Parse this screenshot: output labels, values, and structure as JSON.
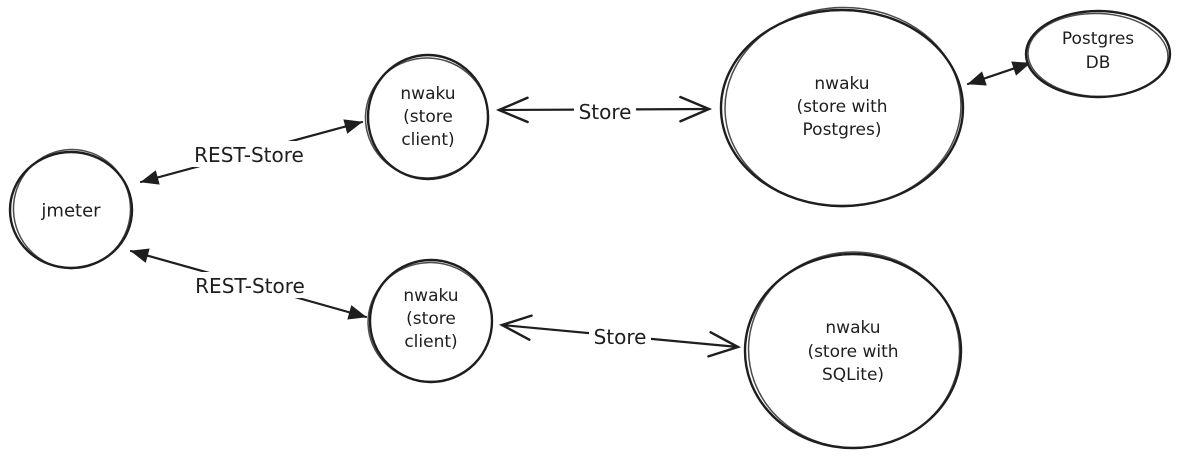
{
  "diagram": {
    "style": "hand-drawn",
    "colors": {
      "stroke": "#1e1e1e",
      "background": "#ffffff"
    },
    "nodes": {
      "jmeter": {
        "lines": [
          "jmeter"
        ]
      },
      "store_client_top": {
        "lines": [
          "nwaku",
          "(store",
          "client)"
        ]
      },
      "store_postgres": {
        "lines": [
          "nwaku",
          "(store with",
          "Postgres)"
        ]
      },
      "postgres_db": {
        "lines": [
          "Postgres",
          "DB"
        ]
      },
      "store_client_bottom": {
        "lines": [
          "nwaku",
          "(store",
          "client)"
        ]
      },
      "store_sqlite": {
        "lines": [
          "nwaku",
          "(store with",
          "SQLite)"
        ]
      }
    },
    "edges": {
      "rest_store_top": {
        "label": "REST-Store",
        "from": "jmeter",
        "to": "store_client_top",
        "direction": "both"
      },
      "store_top": {
        "label": "Store",
        "from": "store_client_top",
        "to": "store_postgres",
        "direction": "both"
      },
      "postgres_link": {
        "from": "store_postgres",
        "to": "postgres_db",
        "direction": "both"
      },
      "rest_store_bottom": {
        "label": "REST-Store",
        "from": "jmeter",
        "to": "store_client_bottom",
        "direction": "both"
      },
      "store_bottom": {
        "label": "Store",
        "from": "store_client_bottom",
        "to": "store_sqlite",
        "direction": "both"
      }
    }
  }
}
